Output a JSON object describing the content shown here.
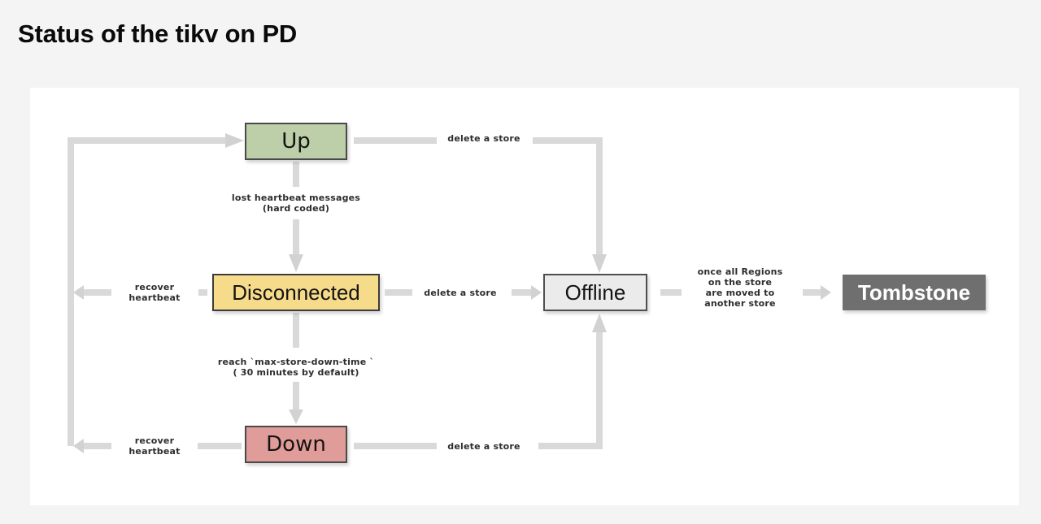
{
  "title": "Status of the tikv on PD",
  "nodes": {
    "up": "Up",
    "disconnected": "Disconnected",
    "down": "Down",
    "offline": "Offline",
    "tombstone": "Tombstone"
  },
  "labels": {
    "up_to_offline": [
      "delete a store"
    ],
    "lost_heartbeat": [
      "lost heartbeat messages",
      "(hard coded)"
    ],
    "recover_heartbeat_mid": [
      "recover",
      "heartbeat"
    ],
    "disconnected_to_offline": [
      "delete a store"
    ],
    "reach_max_store_down_time": [
      "reach `max-store-down-time `",
      "( 30 minutes  by default)"
    ],
    "recover_heartbeat_bottom": [
      "recover",
      "heartbeat"
    ],
    "down_to_offline": [
      "delete a store"
    ],
    "offline_to_tombstone": [
      "once all Regions",
      "on the store",
      "are moved to",
      "another store"
    ]
  },
  "colors": {
    "background": "#f4f4f4",
    "panel": "#ffffff",
    "arrow": "#d9d9d9",
    "node_up": "#bccfa8",
    "node_disconnected": "#f6db8a",
    "node_down": "#e09c99",
    "node_offline": "#ebebeb",
    "node_tombstone": "#6f6f6f",
    "node_border": "#4a4a4a",
    "label_text": "#2d2d2d"
  }
}
